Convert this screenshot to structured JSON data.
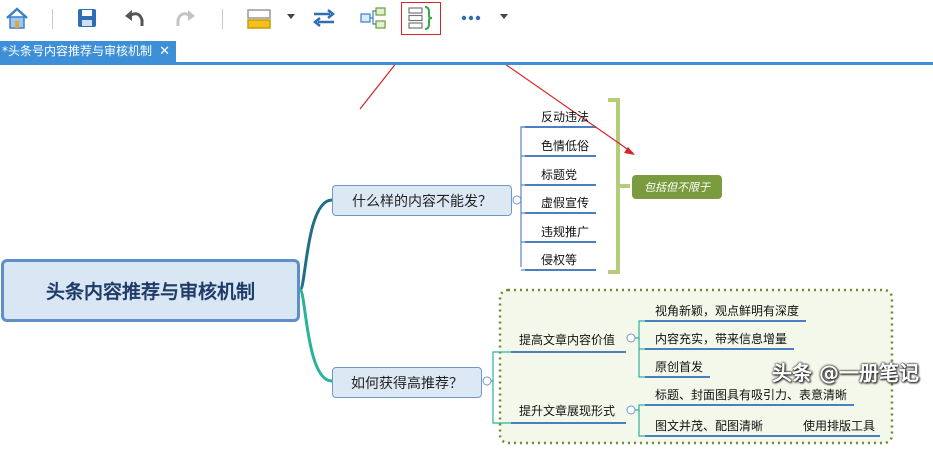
{
  "toolbar": {
    "icons": [
      "home-icon",
      "save-icon",
      "undo-icon",
      "redo-icon",
      "style-icon",
      "swap-icon",
      "layout-icon",
      "summary-icon",
      "more-icon"
    ]
  },
  "tab": {
    "title": "*头条号内容推荐与审核机制",
    "close": "✕"
  },
  "map": {
    "root": "头条内容推荐与审核机制",
    "branch1": {
      "label": "什么样的内容不能发？",
      "items": [
        "反动违法",
        "色情低俗",
        "标题党",
        "虚假宣传",
        "违规推广",
        "侵权等"
      ],
      "summary": "包括但不限于"
    },
    "branch2": {
      "label": "如何获得高推荐？",
      "sub1": {
        "label": "提高文章内容价值",
        "items": [
          "视角新颖，观点鲜明有深度",
          "内容充实，带来信息增量",
          "原创首发"
        ]
      },
      "sub2": {
        "label": "提升文章展现形式",
        "items": [
          "标题、封面图具有吸引力、表意清晰",
          "图文并茂、配图清晰",
          "使用排版工具"
        ]
      }
    }
  },
  "watermark": "头条 @一册笔记",
  "colors": {
    "accent": "#3d8fd8",
    "summary": "#7b9c3e",
    "annotation": "#d82424"
  }
}
